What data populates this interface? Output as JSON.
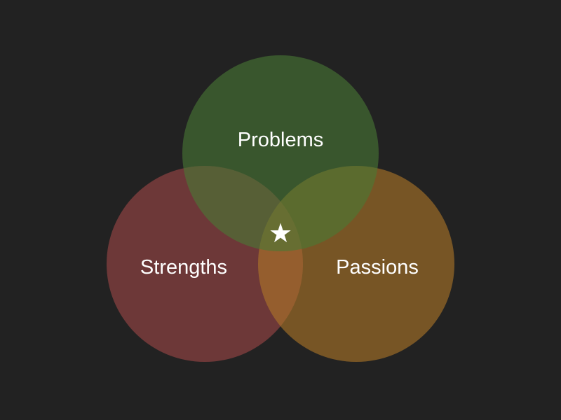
{
  "diagram": {
    "sets": [
      {
        "id": "problems",
        "label": "Problems",
        "color": "#4a7a35"
      },
      {
        "id": "strengths",
        "label": "Strengths",
        "color": "#a04848"
      },
      {
        "id": "passions",
        "label": "Passions",
        "color": "#b07828"
      }
    ],
    "center_marker": {
      "glyph": "★",
      "icon": "star-icon"
    },
    "background": "#222222"
  }
}
